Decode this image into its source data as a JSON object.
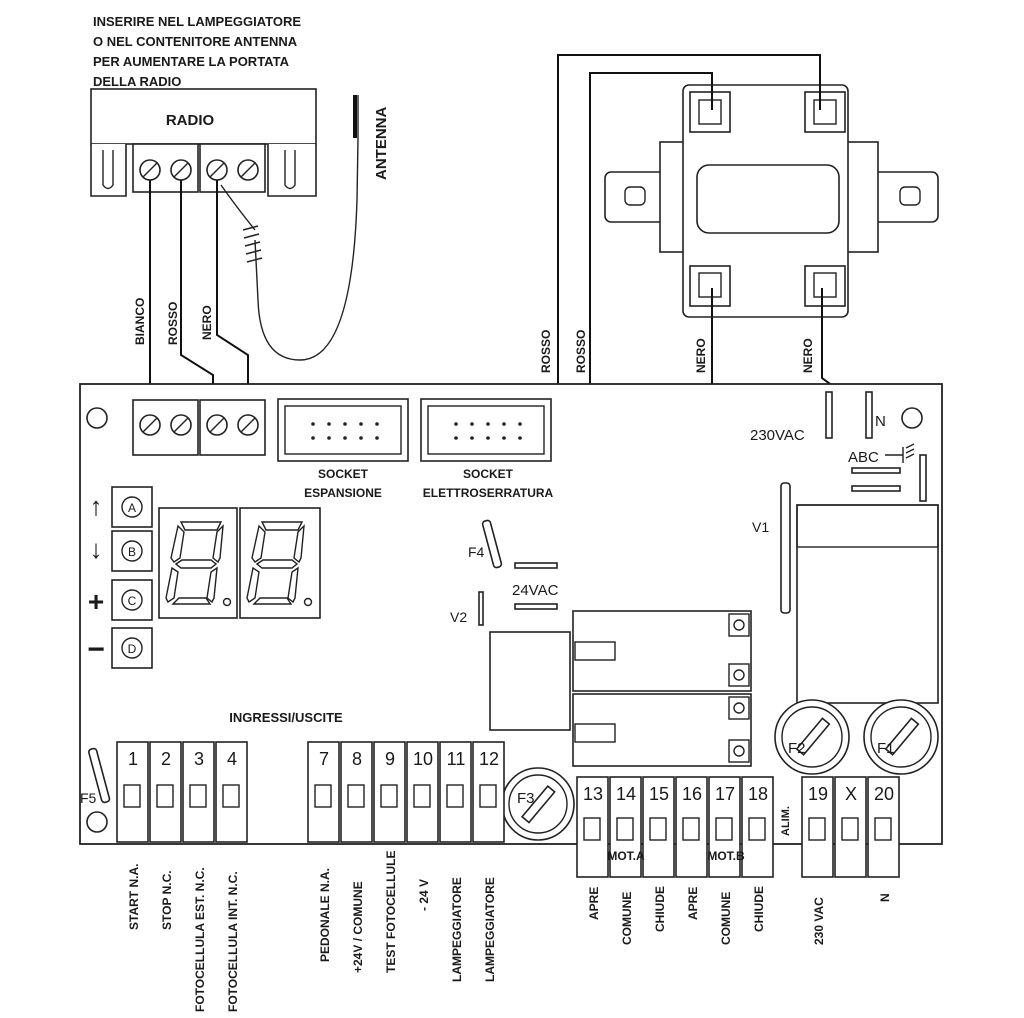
{
  "radio_note": [
    "INSERIRE NEL LAMPEGGIATORE",
    "O NEL CONTENITORE ANTENNA",
    "PER AUMENTARE LA PORTATA",
    "DELLA RADIO"
  ],
  "radio_label": "RADIO",
  "antenna_label": "ANTENNA",
  "wires": {
    "bianco": "BIANCO",
    "rosso": "ROSSO",
    "nero": "NERO"
  },
  "socket_espansione": [
    "SOCKET",
    "ESPANSIONE"
  ],
  "socket_elettroserratura": [
    "SOCKET",
    "ELETTROSERRATURA"
  ],
  "labels": {
    "vac230": "230VAC",
    "n": "N",
    "abc": "ABC",
    "v1": "V1",
    "v2": "V2",
    "f4": "F4",
    "f5": "F5",
    "f3": "F3",
    "f2": "F2",
    "f1": "F1",
    "vac24": "24VAC",
    "ingressi": "INGRESSI/USCITE",
    "mota": "MOT.A",
    "motb": "MOT.B",
    "alim": "ALIM."
  },
  "buttons": [
    {
      "letter": "A",
      "symbol": "↑"
    },
    {
      "letter": "B",
      "symbol": "↓"
    },
    {
      "letter": "C",
      "symbol": "+"
    },
    {
      "letter": "D",
      "symbol": "−"
    }
  ],
  "terminals_left": [
    "1",
    "2",
    "3",
    "4"
  ],
  "terminals_mid": [
    "7",
    "8",
    "9",
    "10",
    "11",
    "12"
  ],
  "terminals_mot": [
    "13",
    "14",
    "15",
    "16",
    "17",
    "18"
  ],
  "terminals_pwr": [
    "19",
    "X",
    "20"
  ],
  "bottom_labels": [
    "START N.A.",
    "STOP N.C.",
    "FOTOCELLULA EST. N.C.",
    "FOTOCELLULA INT. N.C.",
    "PEDONALE N.A.",
    "+24V / COMUNE",
    "TEST FOTOCELLULE",
    "- 24 V",
    "LAMPEGGIATORE",
    "LAMPEGGIATORE",
    "APRE",
    "COMUNE",
    "CHIUDE",
    "APRE",
    "COMUNE",
    "CHIUDE",
    "230 VAC",
    "N"
  ]
}
